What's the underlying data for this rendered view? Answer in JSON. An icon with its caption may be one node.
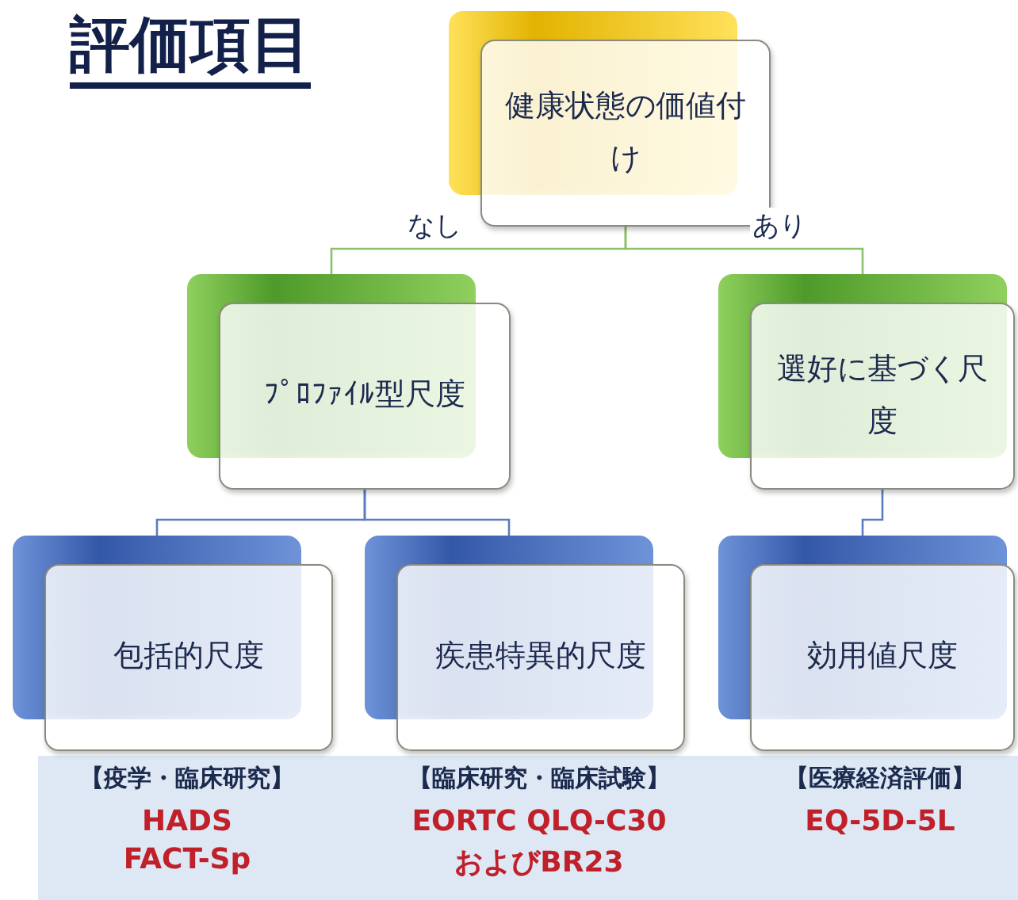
{
  "diagram": {
    "title": "評価項目",
    "nodes": [
      {
        "text": [
          "健康状態の価値付け"
        ]
      },
      {
        "text": [
          "ﾌﾟﾛﾌｧｲﾙ型尺度"
        ]
      },
      {
        "text": [
          "選好に基づく尺度"
        ]
      },
      {
        "text": [
          "包括的尺度"
        ]
      },
      {
        "text": [
          "疾患特異的尺度"
        ]
      },
      {
        "text": [
          "効用値尺度"
        ]
      }
    ],
    "edges": [
      {
        "from": 0,
        "to": 1,
        "arrow": "none",
        "label": "なし",
        "color": "#8cc06a"
      },
      {
        "from": 0,
        "to": 2,
        "arrow": "none",
        "label": "あり",
        "color": "#8cc06a"
      },
      {
        "from": 1,
        "to": 3,
        "arrow": "none"
      },
      {
        "from": 1,
        "to": 4,
        "arrow": "none"
      },
      {
        "from": 2,
        "to": 5,
        "arrow": "none"
      }
    ],
    "labels": [
      "【疫学・臨床研究】",
      "【臨床研究・臨床試験】",
      "【医療経済評価】",
      "HADS",
      "EORTC QLQ-C30",
      "EQ-5D-5L",
      "FACT-Sp",
      "およびBR23"
    ]
  }
}
